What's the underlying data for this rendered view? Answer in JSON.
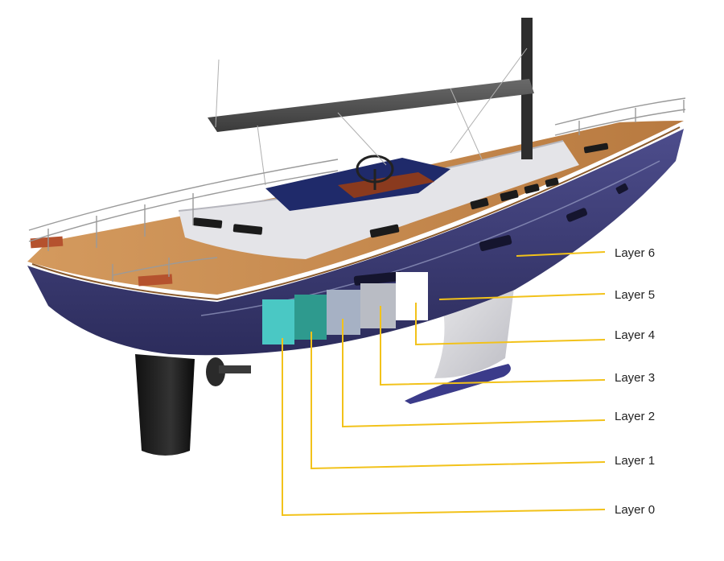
{
  "diagram": {
    "colors": {
      "leader": "#f2c21a",
      "hull": "#3f3f78",
      "deck": "#c98c52",
      "text": "#222222"
    },
    "layers": [
      {
        "label": "Layer 6",
        "swatch": "#3f3f78"
      },
      {
        "label": "Layer 5",
        "swatch": "#3f3f78"
      },
      {
        "label": "Layer 4",
        "swatch": "#ffffff"
      },
      {
        "label": "Layer 3",
        "swatch": "#b9bcc4"
      },
      {
        "label": "Layer 2",
        "swatch": "#a6b1c4"
      },
      {
        "label": "Layer 1",
        "swatch": "#2e9a8e"
      },
      {
        "label": "Layer 0",
        "swatch": "#4ac8c4"
      }
    ]
  }
}
